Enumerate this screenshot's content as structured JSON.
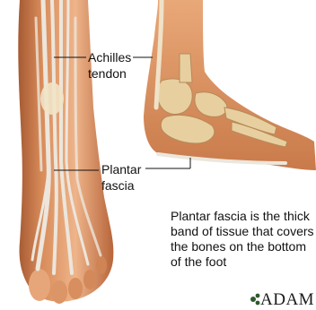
{
  "labels": {
    "achilles_line1": "Achilles",
    "achilles_line2": "tendon",
    "plantar_line1": "Plantar",
    "plantar_line2": "fascia"
  },
  "caption": {
    "line1": "Plantar fascia is the thick",
    "line2": "band of tissue that covers",
    "line3": "the bones on the bottom",
    "line4": "of the foot"
  },
  "logo": "ADAM",
  "colors": {
    "skin": "#d98c5a",
    "skin_light": "#eeb48a",
    "skin_dark": "#a65a32",
    "tendon": "#ece6dc",
    "bone": "#e8cfa0",
    "background": "#ffffff"
  }
}
